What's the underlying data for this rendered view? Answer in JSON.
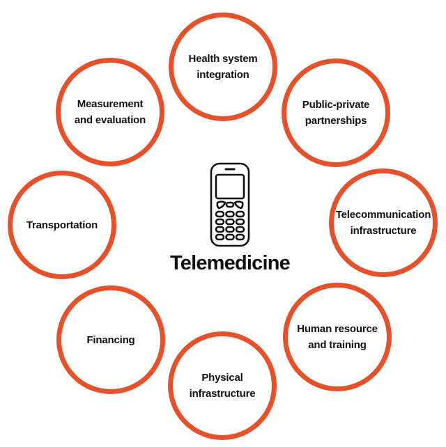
{
  "center": {
    "title": "Telemedicine",
    "icon": "mobile-phone-icon"
  },
  "nodes": [
    {
      "id": "health",
      "label": "Health system\nintegration"
    },
    {
      "id": "public",
      "label": "Public-private\npartnerships"
    },
    {
      "id": "telecom",
      "label": "Telecommunication\ninfrastructure"
    },
    {
      "id": "human",
      "label": "Human resource\nand training"
    },
    {
      "id": "physical",
      "label": "Physical\ninfrastructure"
    },
    {
      "id": "financing",
      "label": "Financing"
    },
    {
      "id": "transport",
      "label": "Transportation"
    },
    {
      "id": "measure",
      "label": "Measurement\nand evaluation"
    }
  ],
  "colors": {
    "accent": "#e5512b",
    "text": "#111111",
    "background": "#ffffff"
  }
}
